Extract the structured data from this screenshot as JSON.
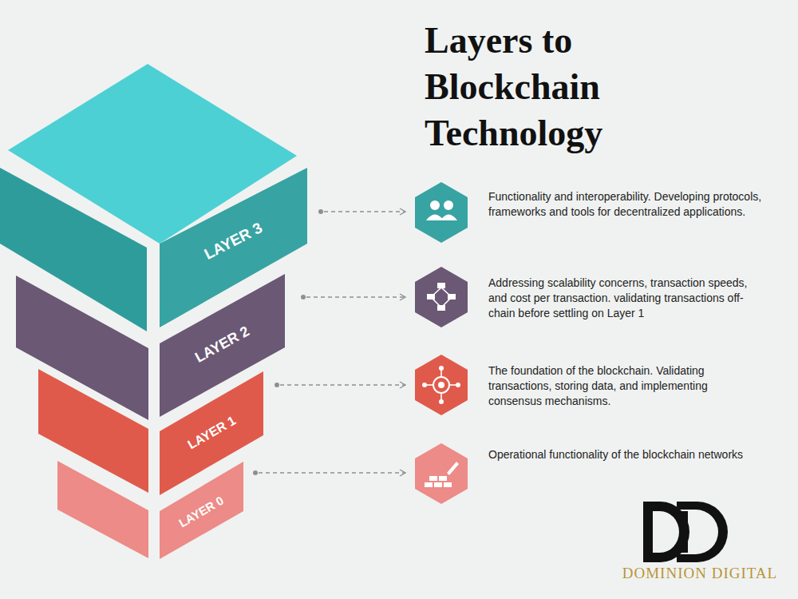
{
  "diagram": {
    "title": "Layers to Blockchain Technology",
    "nodes": [
      {
        "text": [
          "LAYER 3"
        ]
      },
      {
        "text": [
          "LAYER 2"
        ]
      },
      {
        "text": [
          "LAYER 1"
        ]
      },
      {
        "text": [
          "LAYER 0"
        ]
      }
    ],
    "labels": [
      "Functionality and interoperability. Developing protocols, frameworks and tools for decentralized applications.",
      "Addressing scalability concerns, transaction speeds, and cost per transaction. validating transactions off-chain before settling on Layer 1",
      "The foundation of the blockchain. Validating transactions, storing data, and implementing consensus mechanisms.",
      "Operational functionality of the blockchain networks",
      "DOMINION DIGITAL"
    ]
  }
}
